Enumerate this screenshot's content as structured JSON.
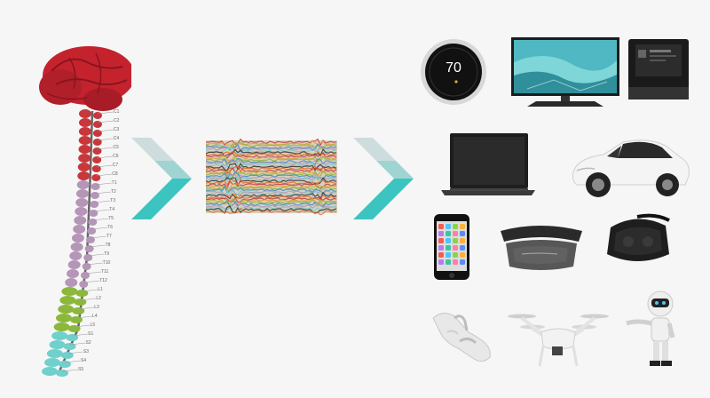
{
  "thermostat": {
    "temperature": "70"
  },
  "spine_labels": [
    "C1",
    "C2",
    "C3",
    "C4",
    "C5",
    "C6",
    "C7",
    "C8",
    "T1",
    "T2",
    "T3",
    "T4",
    "T5",
    "T6",
    "T7",
    "T8",
    "T9",
    "T10",
    "T11",
    "T12",
    "L1",
    "L2",
    "L3",
    "L4",
    "L5",
    "S1",
    "S2",
    "S3",
    "S4",
    "S5"
  ],
  "colors": {
    "brain": "#c4232e",
    "cervical": "#c8373b",
    "thoracic": "#b595b8",
    "lumbar": "#8bb83a",
    "sacral": "#6fd0cc",
    "arrow_light": "#cddcdc",
    "arrow_teal": "#3cc4c0",
    "background": "#f6f6f6"
  },
  "devices": [
    "smart-thermostat",
    "television",
    "smart-display",
    "laptop",
    "electric-car",
    "smartphone",
    "ar-headset",
    "vr-headset",
    "robotic-hand",
    "drone",
    "humanoid-robot"
  ]
}
